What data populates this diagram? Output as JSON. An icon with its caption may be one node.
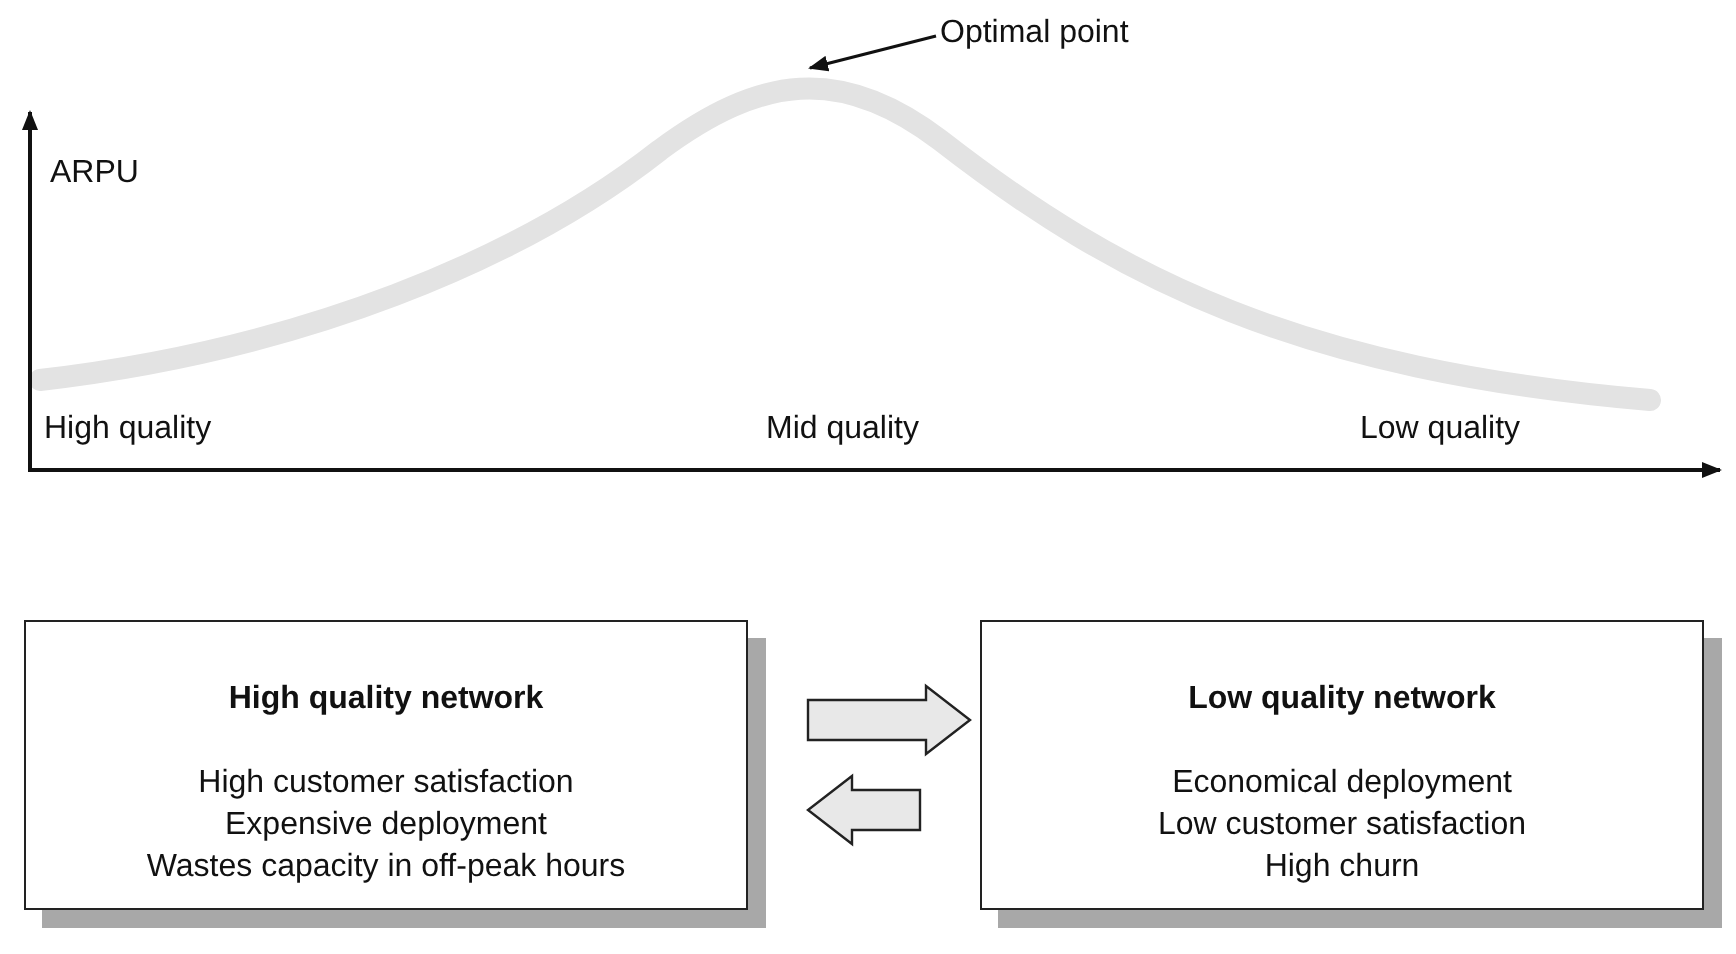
{
  "diagram": {
    "nodes": [
      {
        "text": [
          "Optimal point"
        ]
      },
      {
        "text": [
          "High quality network",
          "High customer satisfaction",
          "Expensive deployment",
          "Wastes capacity in off-peak hours"
        ]
      },
      {
        "text": [
          "Low quality network",
          "Economical deployment",
          "Low customer satisfaction",
          "High churn"
        ]
      }
    ],
    "edges": [
      {
        "from": 0,
        "to": null,
        "arrow": "to"
      },
      {
        "from": 1,
        "to": 2,
        "arrow": "to"
      },
      {
        "from": 2,
        "to": 1,
        "arrow": "to"
      }
    ],
    "labels": [
      "ARPU",
      "High quality",
      "Mid quality",
      "Low quality"
    ]
  }
}
